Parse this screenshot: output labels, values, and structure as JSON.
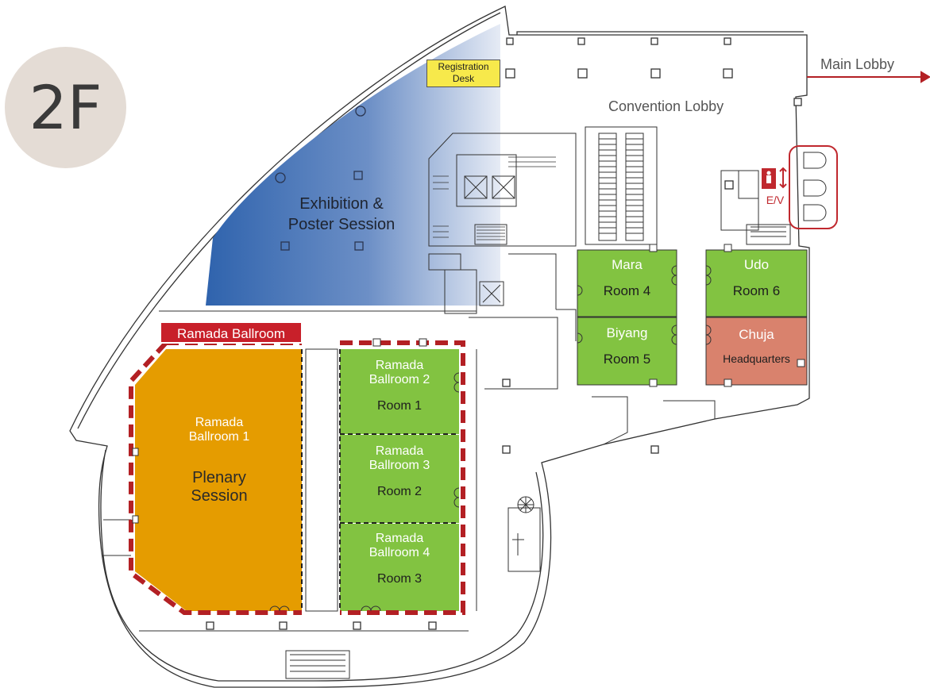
{
  "floor": {
    "label": "2F"
  },
  "labels": {
    "registration": "Registration Desk",
    "convention_lobby": "Convention Lobby",
    "main_lobby": "Main Lobby",
    "exhibition_line1": "Exhibition &",
    "exhibition_line2": "Poster Session",
    "ramada_ballroom": "Ramada Ballroom",
    "elevator": "E/V"
  },
  "rooms": {
    "ballroom1": {
      "line1": "Ramada",
      "line2": "Ballroom 1",
      "line3": "Plenary",
      "line4": "Session"
    },
    "ballroom2": {
      "line1": "Ramada",
      "line2": "Ballroom 2",
      "line3": "Room 1"
    },
    "ballroom3": {
      "line1": "Ramada",
      "line2": "Ballroom 3",
      "line3": "Room 2"
    },
    "ballroom4": {
      "line1": "Ramada",
      "line2": "Ballroom 4",
      "line3": "Room 3"
    },
    "mara": {
      "line1": "Mara",
      "line2": "Room 4"
    },
    "udo": {
      "line1": "Udo",
      "line2": "Room 6"
    },
    "biyang": {
      "line1": "Biyang",
      "line2": "Room 5"
    },
    "chuja": {
      "line1": "Chuja",
      "line2": "Headquarters"
    }
  },
  "colors": {
    "exhibition_dark": "#2f63ad",
    "plenary": "#e59c00",
    "green_room": "#82c341",
    "headquarters": "#d9826d",
    "accent_red": "#c0282e",
    "registration": "#f7e94b",
    "badge": "#e4dcd5"
  },
  "icons": [
    "elevator-icon",
    "arrow-right-icon",
    "stairs-icon",
    "escalator-icon"
  ]
}
